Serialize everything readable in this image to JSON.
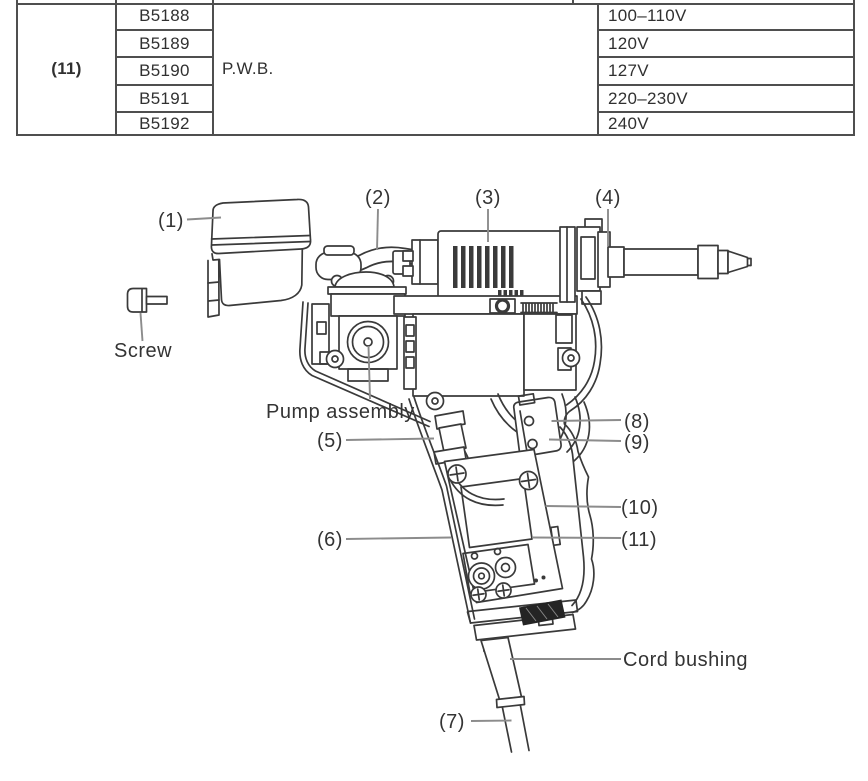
{
  "table": {
    "item_ref": "(11)",
    "description": "P.W.B.",
    "rows": [
      {
        "part_no": "B5188",
        "spec": "100–110V"
      },
      {
        "part_no": "B5189",
        "spec": "120V"
      },
      {
        "part_no": "B5190",
        "spec": "127V"
      },
      {
        "part_no": "B5191",
        "spec": "220–230V"
      },
      {
        "part_no": "B5192",
        "spec": "240V"
      }
    ]
  },
  "diagram": {
    "callouts": {
      "c1": "(1)",
      "c2": "(2)",
      "c3": "(3)",
      "c4": "(4)",
      "c5": "(5)",
      "c6": "(6)",
      "c7": "(7)",
      "c8": "(8)",
      "c9": "(9)",
      "c10": "(10)",
      "c11": "(11)"
    },
    "labels": {
      "screw": "Screw",
      "pump_assembly": "Pump assembly",
      "cord_bushing": "Cord bushing"
    }
  },
  "colors": {
    "line": "#3a3a3a",
    "leader": "#8c8c8c",
    "text": "#343434",
    "table_border": "#4f4f4f"
  }
}
